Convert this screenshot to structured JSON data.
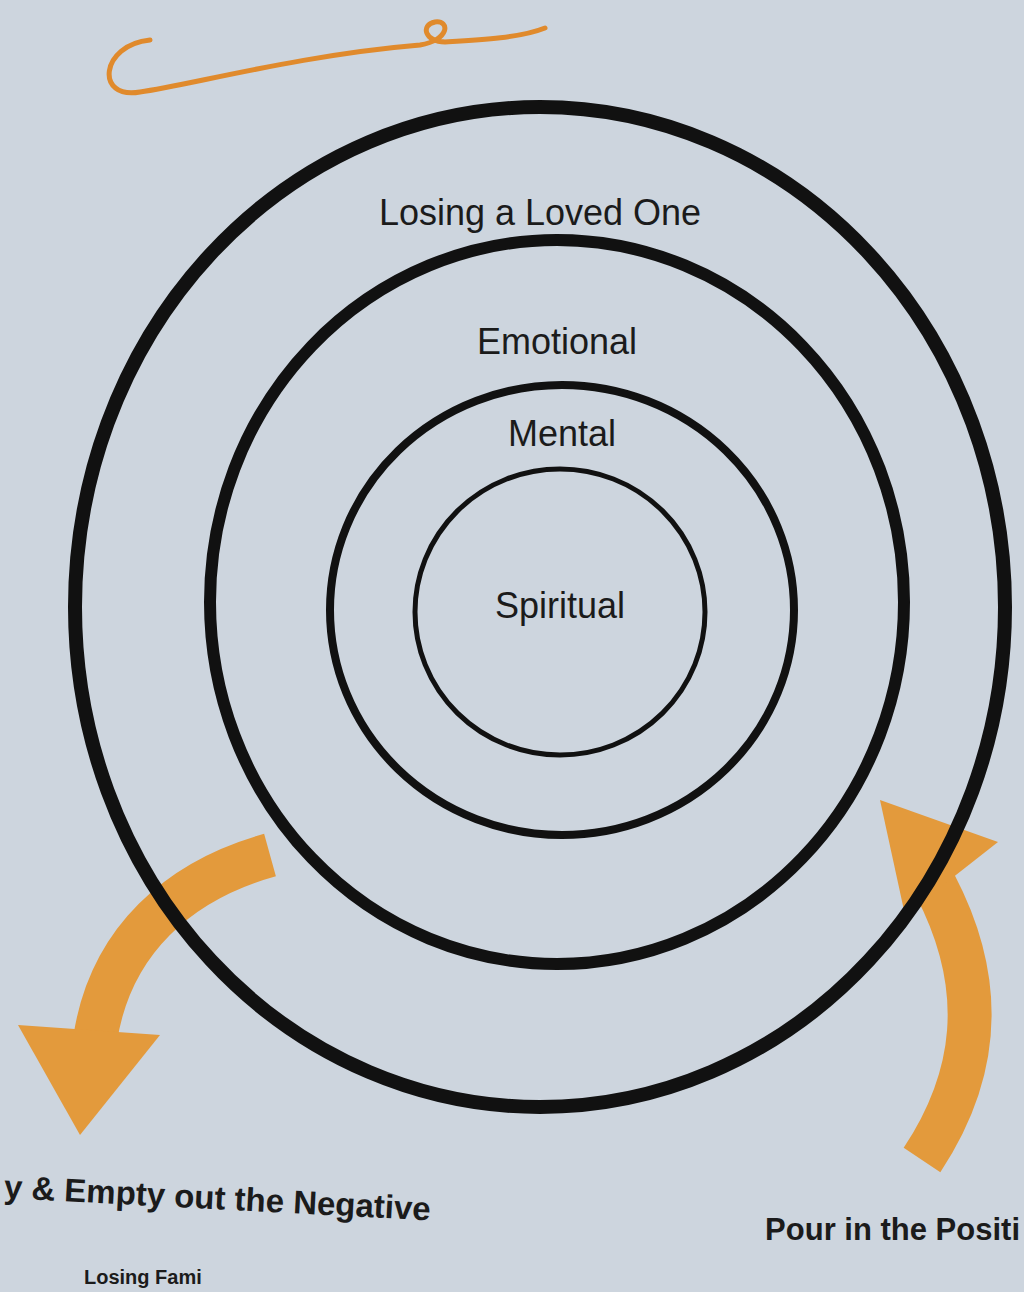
{
  "diagram": {
    "nodes": [
      {
        "text": [
          "Losing a Loved One"
        ]
      },
      {
        "text": [
          "Emotional"
        ],
        "in": 0
      },
      {
        "text": [
          "Mental"
        ],
        "in": 1
      },
      {
        "text": [
          "Spiritual"
        ],
        "in": 2
      }
    ],
    "labels": [
      "y & Empty out the Negative",
      "Pour in the Positi",
      "Losing Fami"
    ]
  }
}
